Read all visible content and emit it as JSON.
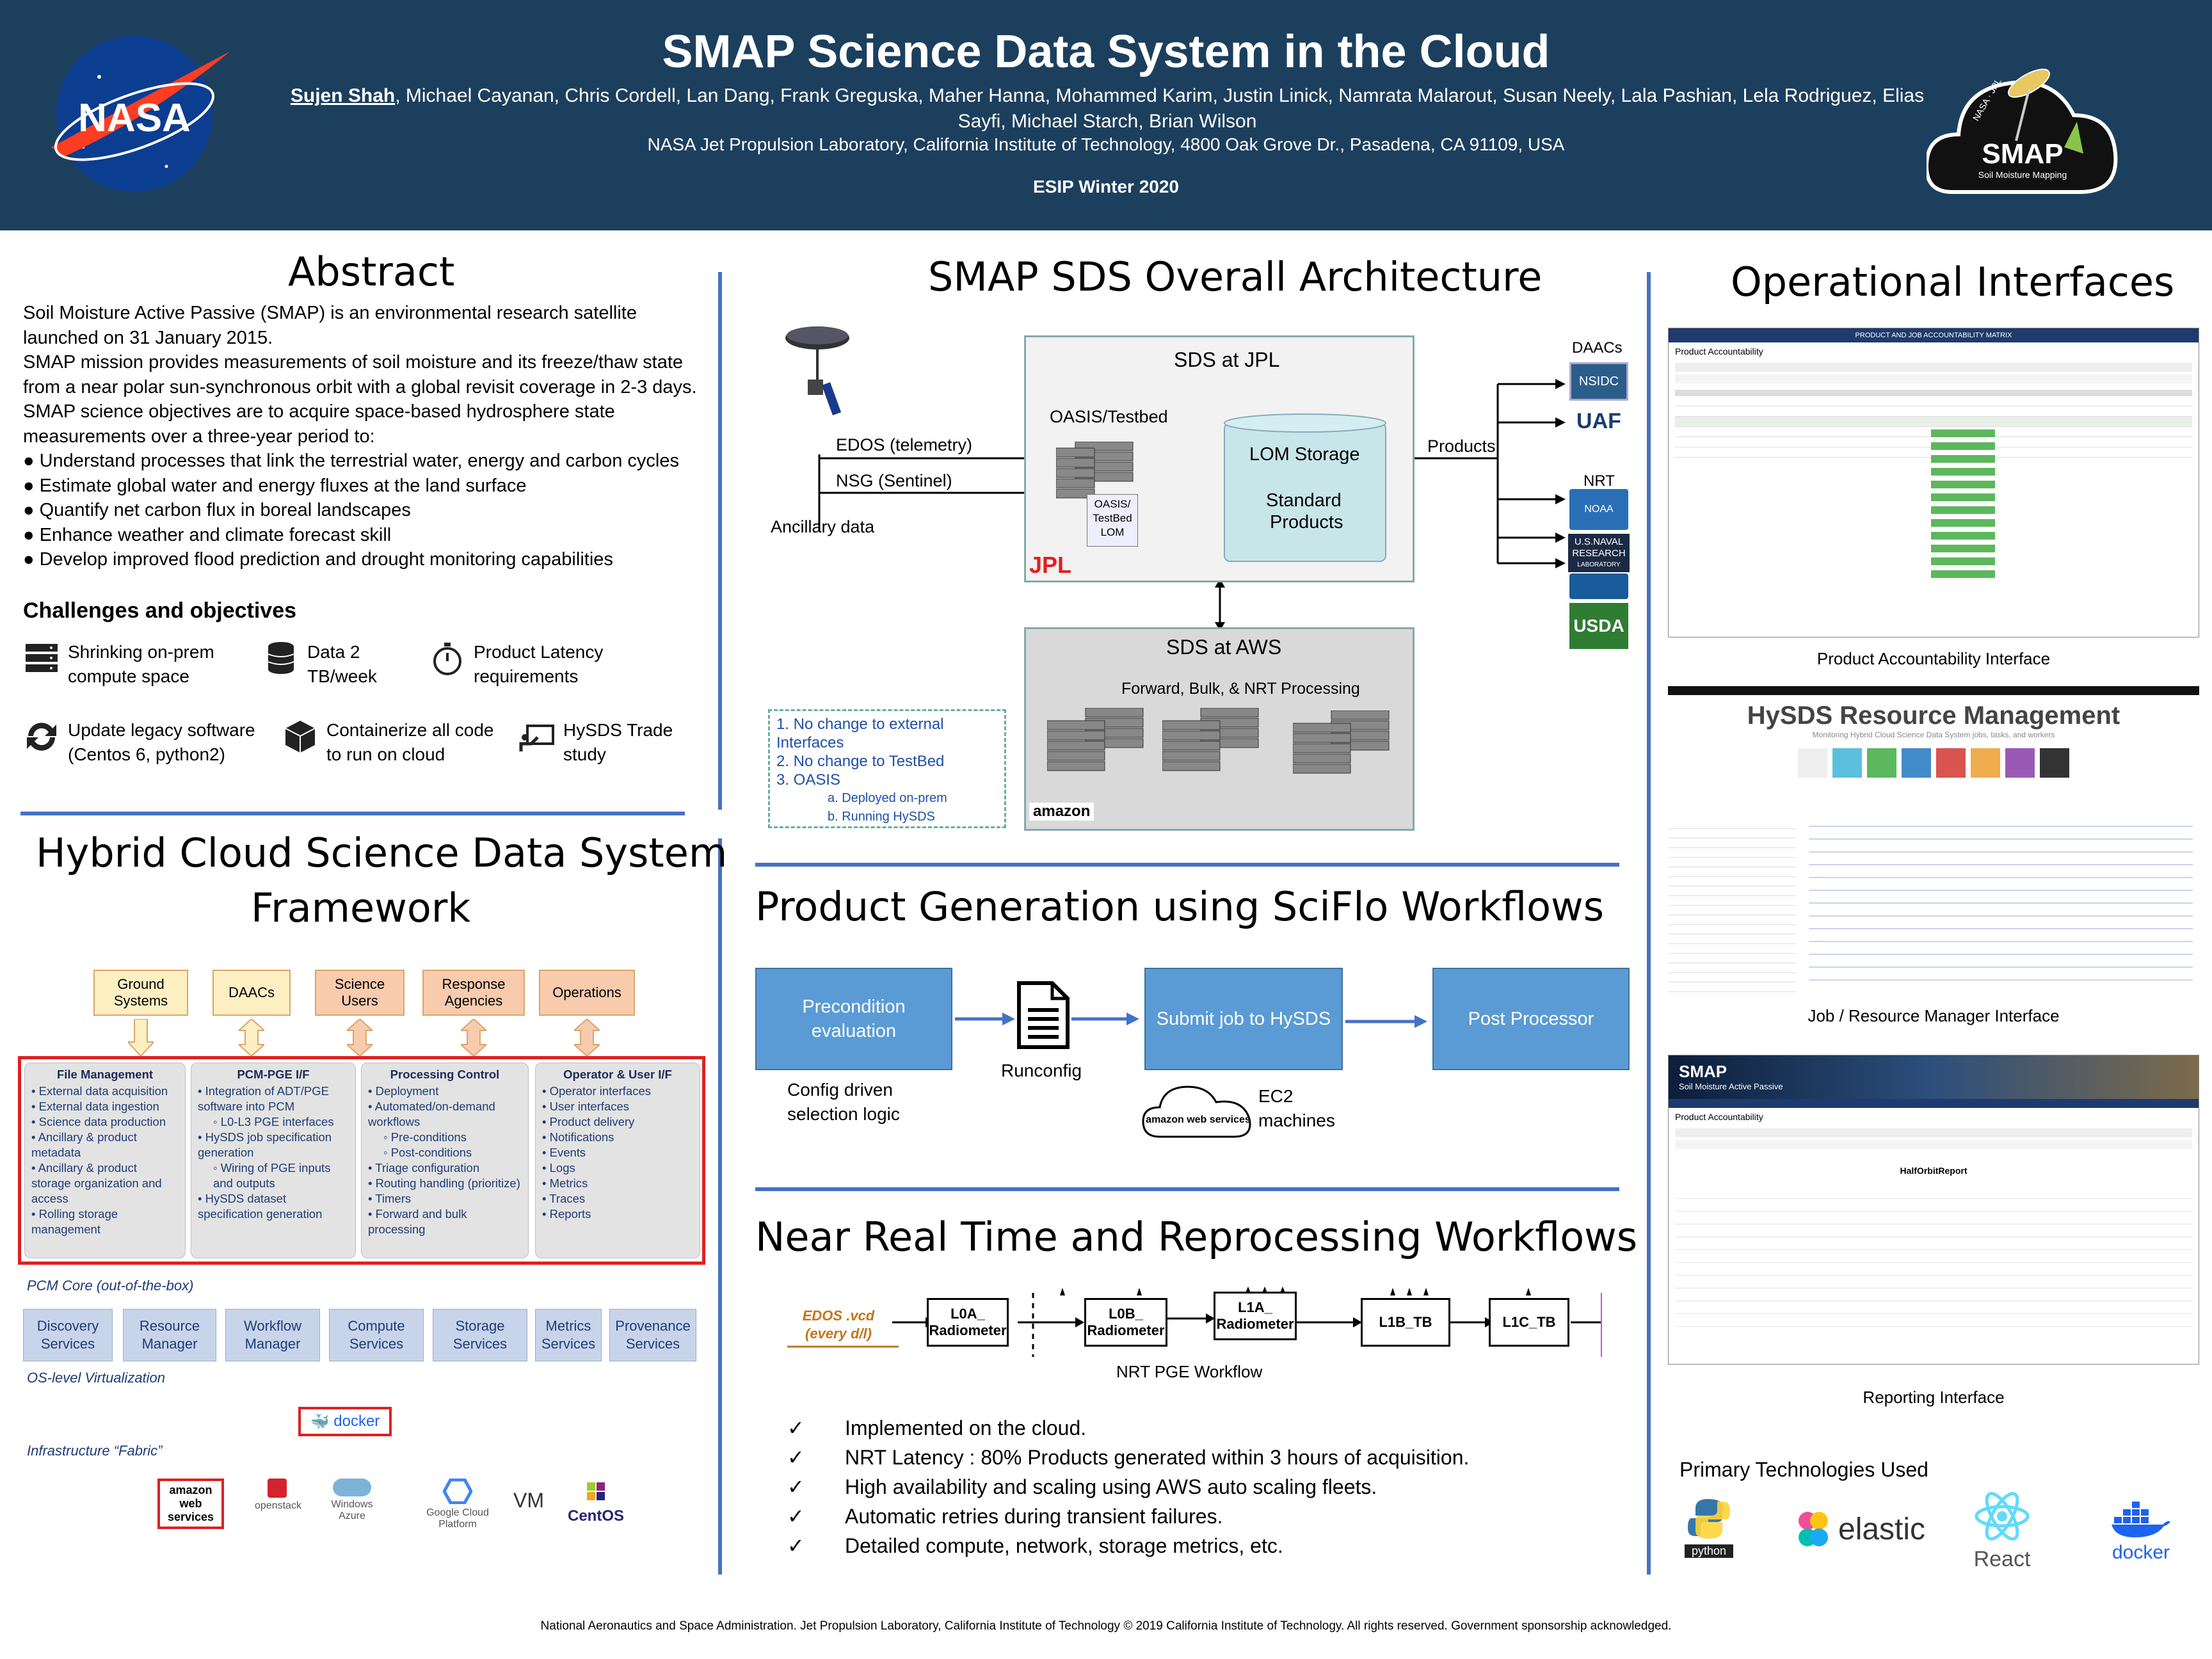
{
  "header": {
    "title": "SMAP Science Data System in the Cloud",
    "lead_author": "Sujen Shah",
    "other_authors": ", Michael Cayanan, Chris Cordell, Lan Dang, Frank Greguska, Maher Hanna, Mohammed Karim, Justin Linick, Namrata Malarout, Susan Neely, Lala Pashian, Lela Rodriguez, Elias Sayfi, Michael Starch, Brian Wilson",
    "affiliation": "NASA Jet Propulsion Laboratory, California Institute of Technology, 4800 Oak Grove Dr., Pasadena, CA 91109, USA",
    "event": "ESIP Winter 2020",
    "nasa_logo_text": "NASA",
    "smap_logo_text": "SMAP",
    "smap_logo_sub": "Soil Moisture Mapping",
    "smap_logo_arc": "NASA · JPL"
  },
  "abstract": {
    "title": "Abstract",
    "paragraphs": [
      "Soil Moisture Active Passive (SMAP) is an environmental research satellite launched on 31 January 2015.",
      "SMAP mission provides measurements of soil moisture and its freeze/thaw state from a near polar sun-synchronous orbit with a global revisit coverage in 2-3 days.",
      "SMAP science objectives are to acquire space-based hydrosphere state measurements over a three-year period to:"
    ],
    "bullets": [
      "Understand processes that link the terrestrial water, energy and carbon cycles",
      "Estimate global water and energy fluxes at the land surface",
      "Quantify net carbon flux in boreal landscapes",
      "Enhance weather and climate forecast skill",
      "Develop improved flood prediction and drought monitoring capabilities"
    ],
    "challenges_title": "Challenges and objectives",
    "challenges": [
      {
        "l1": "Shrinking on-prem",
        "l2": "compute space",
        "icon": "server-icon"
      },
      {
        "l1": "Data 2",
        "l2": "TB/week",
        "icon": "database-icon"
      },
      {
        "l1": "Product Latency",
        "l2": "requirements",
        "icon": "stopwatch-icon"
      },
      {
        "l1": "Update legacy software",
        "l2": "(Centos 6, python2)",
        "icon": "sync-icon"
      },
      {
        "l1": "Containerize all code",
        "l2": "to run on cloud",
        "icon": "container-icon"
      },
      {
        "l1": "HySDS Trade",
        "l2": "study",
        "icon": "presentation-icon"
      }
    ]
  },
  "hybrid": {
    "title_l1": "Hybrid Cloud Science Data System",
    "title_l2": "Framework",
    "external": [
      {
        "l1": "Ground",
        "l2": "Systems",
        "bg": "#fdefc2"
      },
      {
        "l1": "DAACs",
        "l2": "",
        "bg": "#fdefc2"
      },
      {
        "l1": "Science",
        "l2": "Users",
        "bg": "#f8cbad"
      },
      {
        "l1": "Response",
        "l2": "Agencies",
        "bg": "#f8cbad"
      },
      {
        "l1": "Operations",
        "l2": "",
        "bg": "#f8cbad"
      }
    ],
    "fm_title": "File Management",
    "fm_items": [
      "External data acquisition",
      "External data ingestion",
      "Science data production",
      "Ancillary & product metadata",
      "Ancillary & product storage organization and access",
      "Rolling storage management"
    ],
    "pcm_title": "PCM-PGE I/F",
    "pcm_items": [
      "Integration of ADT/PGE software into PCM"
    ],
    "pcm_sub1": "L0-L3 PGE interfaces",
    "pcm_items2": [
      "HySDS job specification generation"
    ],
    "pcm_sub2": "Wiring of PGE inputs and outputs",
    "pcm_items3": [
      "HySDS dataset specification generation"
    ],
    "pc_title": "Processing Control",
    "pc_items": [
      "Deployment",
      "Automated/on-demand workflows"
    ],
    "pc_sub": [
      "Pre-conditions",
      "Post-conditions"
    ],
    "pc_items2": [
      "Triage configuration",
      "Routing handling (prioritize)",
      "Timers",
      "Forward and bulk processing"
    ],
    "op_title": "Operator & User I/F",
    "op_items": [
      "Operator interfaces",
      "User interfaces",
      "Product delivery",
      "Notifications",
      "Events",
      "Logs",
      "Metrics",
      "Traces",
      "Reports"
    ],
    "pcm_core_label": "PCM Core (out-of-the-box)",
    "core": [
      {
        "l1": "Discovery",
        "l2": "Services"
      },
      {
        "l1": "Resource",
        "l2": "Manager"
      },
      {
        "l1": "Workflow",
        "l2": "Manager"
      },
      {
        "l1": "Compute",
        "l2": "Services"
      },
      {
        "l1": "Storage",
        "l2": "Services"
      },
      {
        "l1": "Metrics",
        "l2": "Services"
      },
      {
        "l1": "Provenance",
        "l2": "Services"
      }
    ],
    "os_label": "OS-level Virtualization",
    "docker": "docker",
    "infra_label": "Infrastructure “Fabric”",
    "infra": [
      "amazon web services",
      "openstack",
      "Windows Azure",
      "Google Cloud Platform",
      "VM",
      "CentOS"
    ]
  },
  "architecture": {
    "title": "SMAP SDS Overall Architecture",
    "jpl_title": "SDS at JPL",
    "oasis": "OASIS/Testbed",
    "oasis_label_l1": "OASIS/",
    "oasis_label_l2": "TestBed",
    "oasis_label_l3": "LOM",
    "lom_storage": "LOM Storage",
    "standard_l1": "Standard",
    "standard_l2": "Products",
    "jpl_label": "JPL",
    "aws_title": "SDS at AWS",
    "aws_sub": "Forward, Bulk, & NRT Processing",
    "amazon": "amazon",
    "edos": "EDOS (telemetry)",
    "nsg": "NSG (Sentinel)",
    "ancillary": "Ancillary data",
    "products": "Products",
    "daacs": "DAACs",
    "nrt": "NRT",
    "nsidc": "NSIDC",
    "uaf": "UAF",
    "noaa": "NOAA",
    "usnrl_l1": "U.S.NAVAL",
    "usnrl_l2": "RESEARCH",
    "usnrl_l3": "LABORATORY",
    "usda": "USDA",
    "notes": [
      "1.  No change to external",
      "     Interfaces",
      "2.  No change to TestBed",
      "3.  OASIS"
    ],
    "subnotes": [
      "a.    Deployed on-prem",
      "b.    Running HySDS"
    ]
  },
  "sciflo": {
    "title": "Product Generation using SciFlo Workflows",
    "box1_l1": "Precondition",
    "box1_l2": "evaluation",
    "runconfig": "Runconfig",
    "box2": "Submit job to HySDS",
    "box3": "Post Processor",
    "config_l1": "Config driven",
    "config_l2": "selection logic",
    "ec2_l1": "EC2",
    "ec2_l2": "machines",
    "aws_cloud": "amazon web services"
  },
  "nrt": {
    "title": "Near Real Time and Reprocessing Workflows",
    "edos_l1": "EDOS .vcd",
    "edos_l2": "(every d/l)",
    "boxes": [
      {
        "l1": "L0A_",
        "l2": "Radiometer"
      },
      {
        "l1": "L0B_",
        "l2": "Radiometer"
      },
      {
        "l1": "L1A_",
        "l2": "Radiometer"
      },
      {
        "l1": "L1B_TB",
        "l2": ""
      },
      {
        "l1": "L1C_TB",
        "l2": ""
      }
    ],
    "caption": "NRT PGE Workflow",
    "checklist": [
      "Implemented on the cloud.",
      "NRT Latency : 80% Products generated within 3 hours of acquisition.",
      "High availability and scaling using AWS auto scaling fleets.",
      "Automatic retries during transient failures.",
      "Detailed compute, network, storage metrics, etc."
    ]
  },
  "operational": {
    "title": "Operational Interfaces",
    "caption1": "Product Accountability Interface",
    "caption2": "Job / Resource Manager Interface",
    "caption3": "Reporting Interface",
    "pam_banner": "PRODUCT AND JOB ACCOUNTABILITY MATRIX",
    "pam_heading": "Product Accountability",
    "hysds_title": "HySDS Resource Management",
    "hysds_sub": "Monitoring Hybrid Cloud Science Data System jobs, tasks, and workers",
    "report_brand": "SMAP",
    "report_sub": "Soil Moisture Active Passive",
    "report_title": "HalfOrbitReport",
    "tech_title": "Primary Technologies Used",
    "techs": [
      "python",
      "elastic",
      "React",
      "docker"
    ]
  },
  "footer": "National Aeronautics and Space Administration. Jet Propulsion Laboratory, California Institute of Technology  © 2019 California Institute of Technology. All rights reserved. Government sponsorship acknowledged.",
  "colors": {
    "header_bg": "#1c3f5e",
    "divider": "#4472c4",
    "flow_box": "#5b9bd5",
    "red_outline": "#e02020"
  }
}
